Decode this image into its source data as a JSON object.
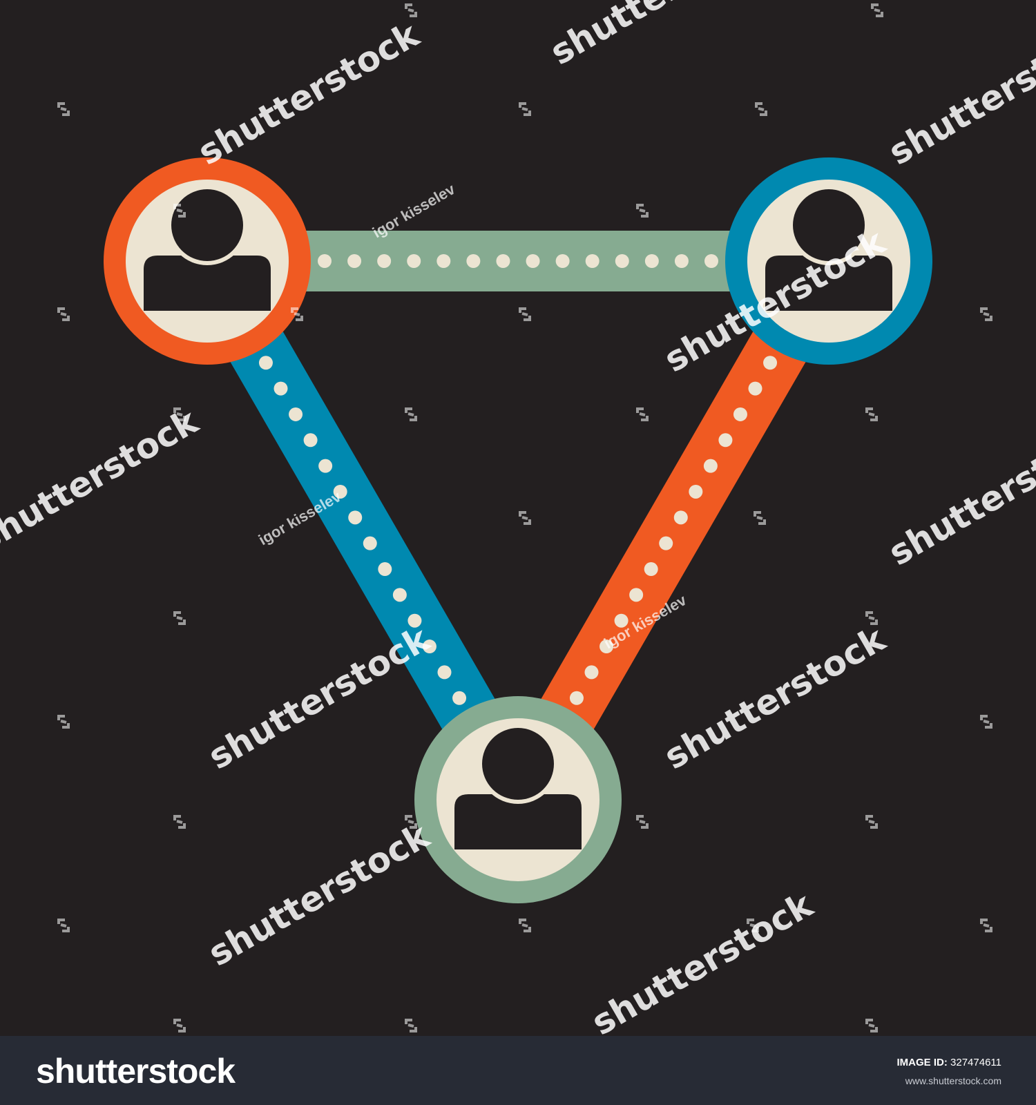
{
  "diagram": {
    "nodes": [
      {
        "id": "top-left",
        "ring_color": "#f05a22"
      },
      {
        "id": "top-right",
        "ring_color": "#0089b0"
      },
      {
        "id": "bottom",
        "ring_color": "#86ab91"
      }
    ],
    "links": [
      {
        "from": "top-left",
        "to": "top-right",
        "color": "#86ab91"
      },
      {
        "from": "top-left",
        "to": "bottom",
        "color": "#0089b0"
      },
      {
        "from": "top-right",
        "to": "bottom",
        "color": "#f05a22"
      }
    ],
    "background": "#231f20",
    "avatar_fill": "#ece4d2",
    "silhouette_color": "#231f20",
    "dot_color": "#ece4d2"
  },
  "watermark": {
    "text": "shutterstock",
    "author": "igor kisselev"
  },
  "footer": {
    "brand": "shutterstock",
    "image_id_label": "IMAGE ID:",
    "image_id": "327474611",
    "url": "www.shutterstock.com"
  }
}
